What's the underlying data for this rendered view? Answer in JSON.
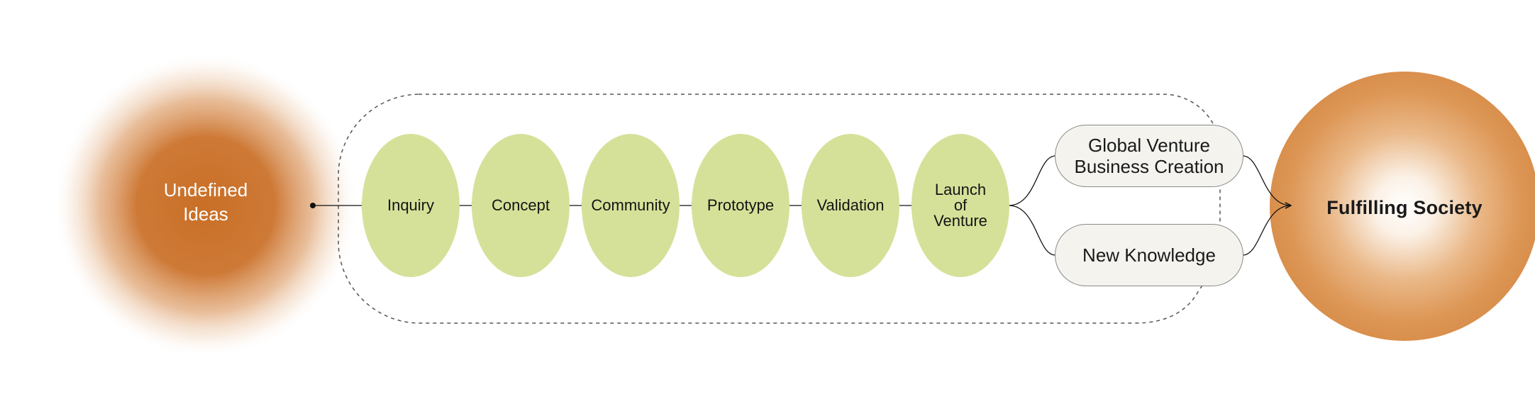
{
  "source": {
    "lines": [
      "Undefined",
      "Ideas"
    ],
    "color": "#c96f26"
  },
  "stages": [
    {
      "lines": [
        "Inquiry"
      ]
    },
    {
      "lines": [
        "Concept"
      ]
    },
    {
      "lines": [
        "Community"
      ]
    },
    {
      "lines": [
        "Prototype"
      ]
    },
    {
      "lines": [
        "Validation"
      ]
    },
    {
      "lines": [
        "Launch",
        "of",
        "Venture"
      ]
    }
  ],
  "stage_color": "#d5e199",
  "outcomes": [
    {
      "lines": [
        "Global Venture",
        "Business Creation"
      ]
    },
    {
      "lines": [
        "New Knowledge"
      ]
    }
  ],
  "target": {
    "label": "Fulfilling Society",
    "color": "#d9914e"
  }
}
